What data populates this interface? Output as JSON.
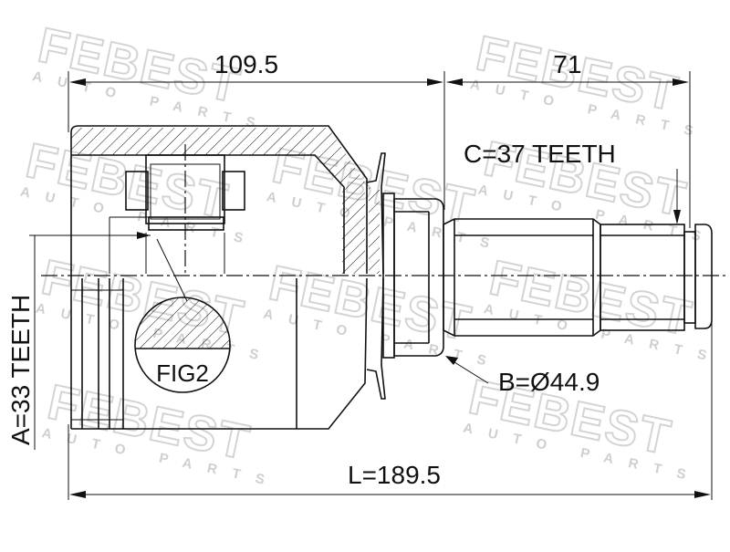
{
  "watermark": {
    "brand": "FEBEST",
    "subtitle": "AUTO PARTS"
  },
  "dimensions": {
    "housing_length": "109.5",
    "shaft_length": "71",
    "total_length": "L=189.5",
    "outer_spline": "C=37 TEETH",
    "seal_diameter": "B=Ø44.9",
    "inner_spline": "A=33 TEETH"
  },
  "figure_label": "FIG2"
}
